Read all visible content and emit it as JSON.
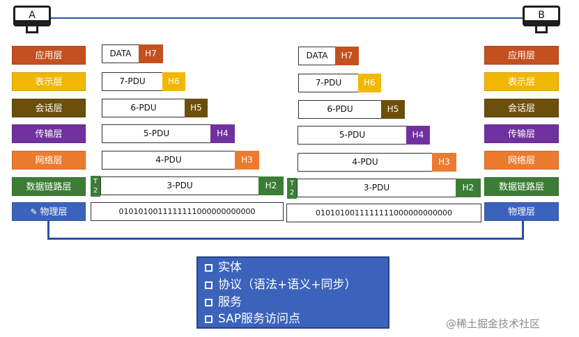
{
  "hosts": {
    "left": "A",
    "right": "B"
  },
  "layers": [
    {
      "name": "应用层",
      "color": "#c4501f"
    },
    {
      "name": "表示层",
      "color": "#f2b705"
    },
    {
      "name": "会话层",
      "color": "#6b4f0b"
    },
    {
      "name": "传输层",
      "color": "#7031a0"
    },
    {
      "name": "网络层",
      "color": "#ec7b2f"
    },
    {
      "name": "数据链路层",
      "color": "#3b7d35"
    },
    {
      "name": "物理层",
      "color": "#3b63bb"
    }
  ],
  "pdus": [
    {
      "label": "DATA",
      "header": "H7"
    },
    {
      "label": "7-PDU",
      "header": "H6"
    },
    {
      "label": "6-PDU",
      "header": "H5"
    },
    {
      "label": "5-PDU",
      "header": "H4"
    },
    {
      "label": "4-PDU",
      "header": "H3"
    },
    {
      "label": "3-PDU",
      "header": "H2",
      "trailer_top": "T",
      "trailer_bottom": "2"
    },
    {
      "label": "0101010011111111000000000000"
    }
  ],
  "info_items": [
    "实体",
    "协议（语法+语义+同步）",
    "服务",
    "SAP服务访问点"
  ],
  "watermark": "@稀土掘金技术社区"
}
